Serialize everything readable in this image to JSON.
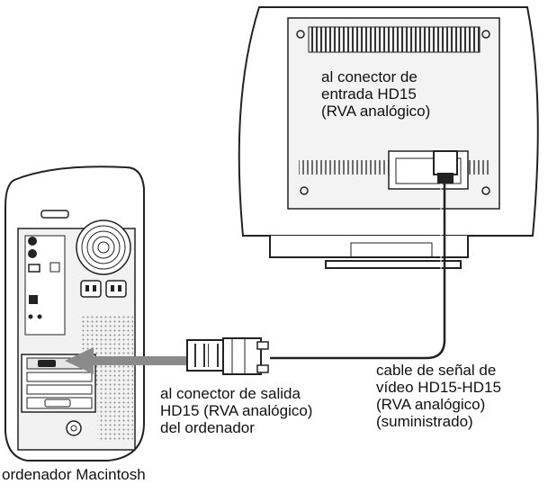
{
  "labels": {
    "monitor_input": [
      "al conector de",
      "entrada HD15",
      "(RVA analógico)"
    ],
    "computer_output": [
      "al conector de salida",
      "HD15 (RVA analógico)",
      "del ordenador"
    ],
    "cable": [
      "cable de señal de",
      "vídeo HD15-HD15",
      "(RVA analógico)",
      "(suministrado)"
    ],
    "computer_name": "ordenador Macintosh"
  },
  "colors": {
    "line": "#222222",
    "panel": "#f2f2f2",
    "arrow": "#8a8a8a",
    "dots": "#9a9a9a"
  }
}
